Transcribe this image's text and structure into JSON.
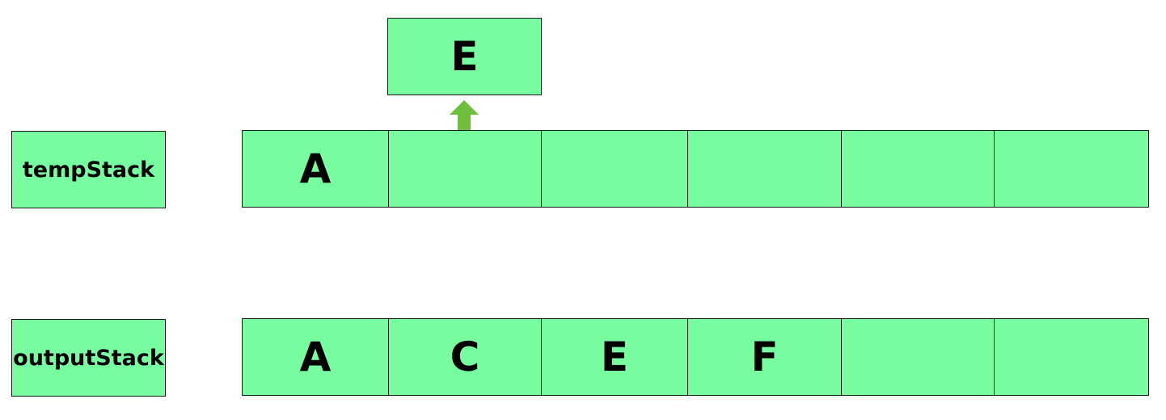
{
  "diagram": {
    "popped_element": "E",
    "temp_stack": {
      "label": "tempStack",
      "cells": [
        "A",
        "",
        "",
        "",
        "",
        ""
      ]
    },
    "output_stack": {
      "label": "outputStack",
      "cells": [
        "A",
        "C",
        "E",
        "F",
        "",
        ""
      ]
    },
    "colors": {
      "cell_fill": "#78fca0",
      "border": "#1a1a1a",
      "arrow": "#70bf3c",
      "text": "#000000"
    },
    "arrow_icon": "arrow-up-icon"
  }
}
